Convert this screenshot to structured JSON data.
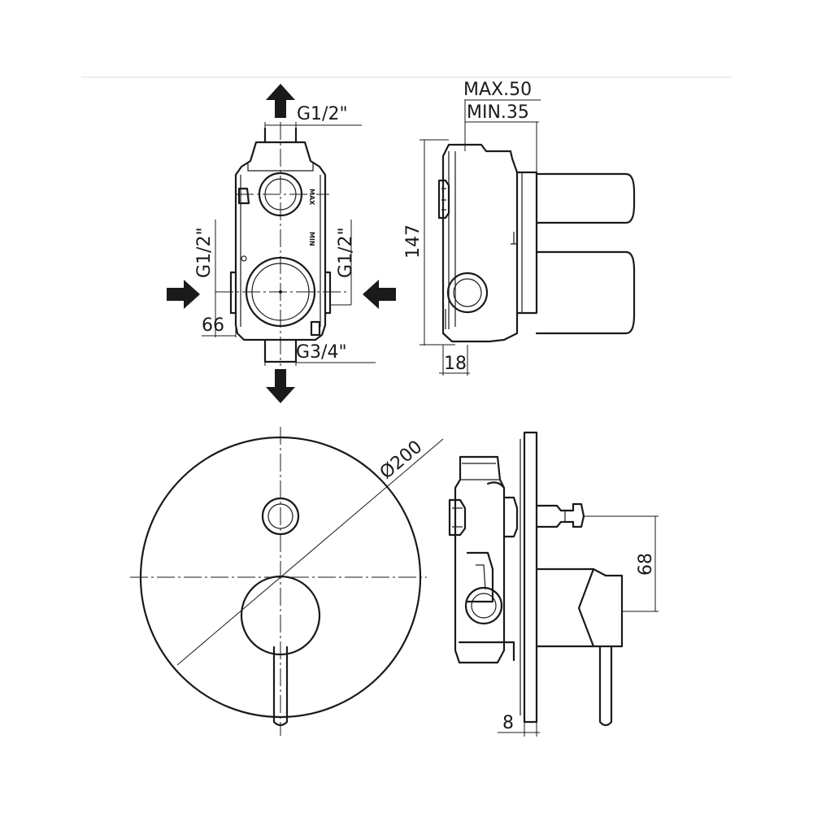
{
  "labels": {
    "outlet_top": "G1/2\"",
    "inlet_left": "G1/2\"",
    "inlet_right": "G1/2\"",
    "outlet_bottom": "G3/4\"",
    "width_66": "66",
    "depth_max": "MAX.50",
    "depth_min": "MIN.35",
    "height_147": "147",
    "offset_18": "18",
    "plate_diameter": "Ø200",
    "spacing_68": "68",
    "plate_thickness_8": "8",
    "body_mark_max": "MAX",
    "body_mark_min": "MIN"
  },
  "colors": {
    "line": "#1a1a1a",
    "background": "#ffffff"
  }
}
